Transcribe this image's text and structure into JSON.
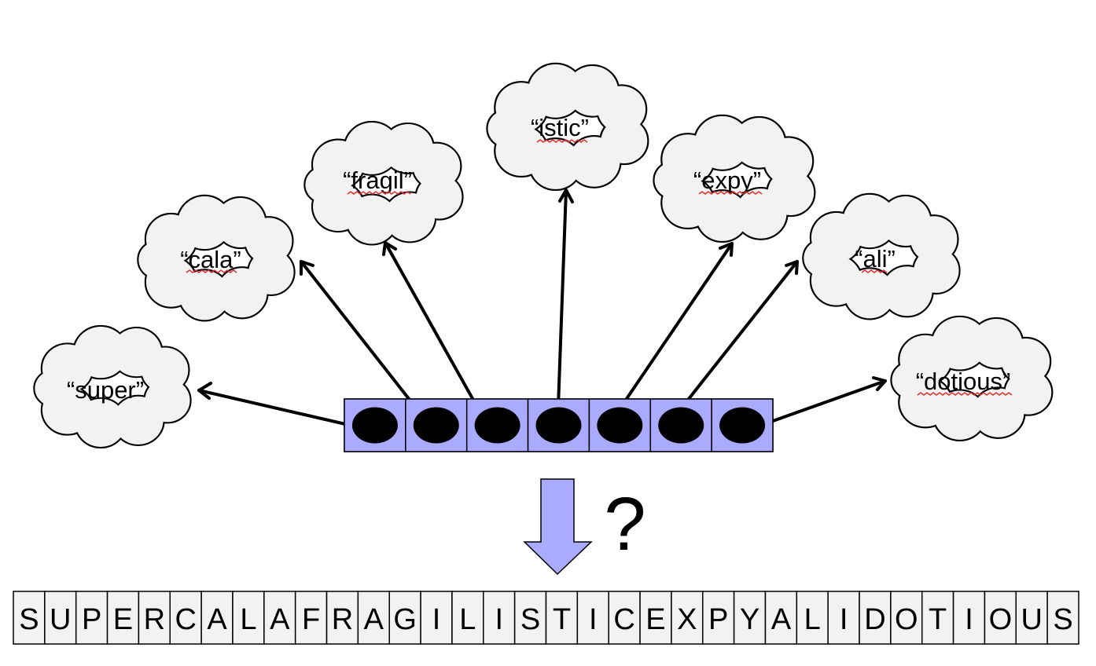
{
  "clouds": [
    {
      "label": "“super”",
      "spellcheck": false
    },
    {
      "label": "“cala”",
      "spellcheck": true
    },
    {
      "label": "“fragil”",
      "spellcheck": true
    },
    {
      "label": "“istic”",
      "spellcheck": true
    },
    {
      "label": "“expy”",
      "spellcheck": true
    },
    {
      "label": "“ali”",
      "spellcheck": true
    },
    {
      "label": "“dotious”",
      "spellcheck": true
    }
  ],
  "hidden_units": 7,
  "question_mark": "?",
  "letters": [
    "S",
    "U",
    "P",
    "E",
    "R",
    "C",
    "A",
    "L",
    "A",
    "F",
    "R",
    "A",
    "G",
    "I",
    "L",
    "I",
    "S",
    "T",
    "I",
    "C",
    "E",
    "X",
    "P",
    "Y",
    "A",
    "L",
    "I",
    "D",
    "O",
    "T",
    "I",
    "O",
    "U",
    "S"
  ],
  "colors": {
    "cell_fill": "#aaaaff",
    "arrow_fill": "#aaaaff",
    "cloud_fill": "#f2f2f2",
    "unit_fill": "#000000",
    "letter_box_fill": "#f2f2f2",
    "spellcheck_underline": "#e03030"
  }
}
